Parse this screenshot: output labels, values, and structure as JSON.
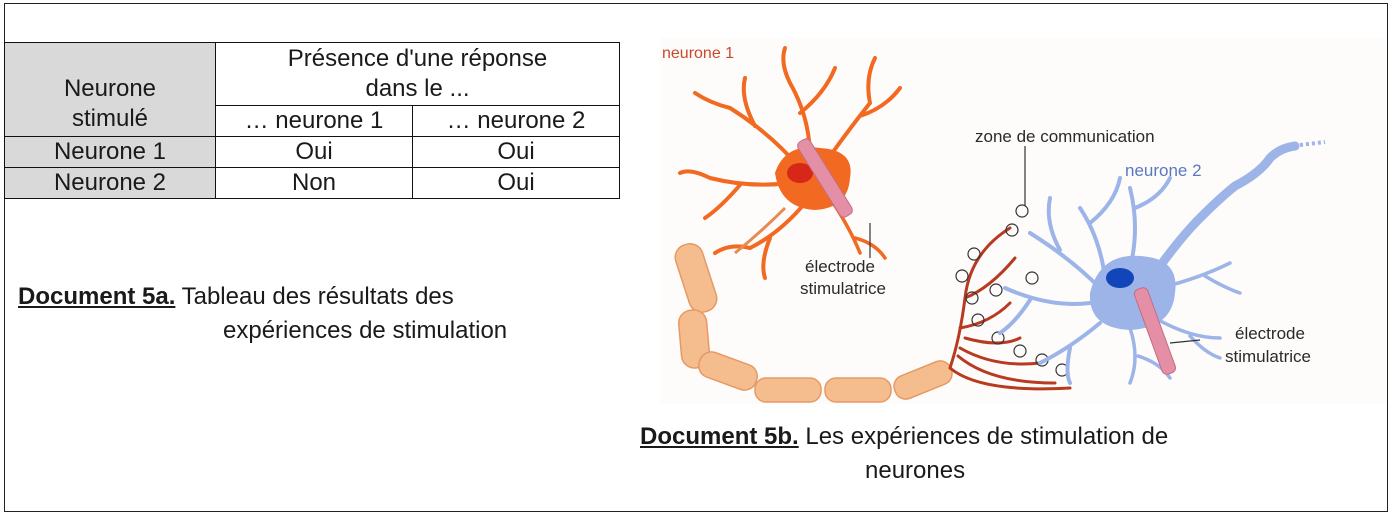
{
  "table": {
    "header_neurone": [
      "Neurone",
      "stimulé"
    ],
    "header_presence": [
      "Présence d'une réponse",
      "dans le ..."
    ],
    "sub_headers": [
      "… neurone 1",
      "… neurone 2"
    ],
    "rows": [
      {
        "neurone": "Neurone 1",
        "n1": "Oui",
        "n2": "Oui"
      },
      {
        "neurone": "Neurone 2",
        "n1": "Non",
        "n2": "Oui"
      }
    ]
  },
  "caption_a": {
    "label": "Document 5a.",
    "line1": "Tableau des résultats des",
    "line2": "expériences de stimulation"
  },
  "diagram": {
    "labels": {
      "neurone1": "neurone 1",
      "neurone2": "neurone 2",
      "zone": "zone de communication",
      "electrode1_line1": "électrode",
      "electrode1_line2": "stimulatrice",
      "electrode2_line1": "électrode",
      "electrode2_line2": "stimulatrice"
    },
    "colors": {
      "neurone1": "#f26a21",
      "neurone1_nucleus": "#d62718",
      "axon": "#f5bd8e",
      "axon_terminals": "#b83a20",
      "neurone2": "#9db4e8",
      "neurone2_nucleus": "#1245b8",
      "electrode": "#e48fa6"
    }
  },
  "caption_b": {
    "label": "Document 5b.",
    "line1": "Les expériences de stimulation de",
    "line2": "neurones"
  }
}
